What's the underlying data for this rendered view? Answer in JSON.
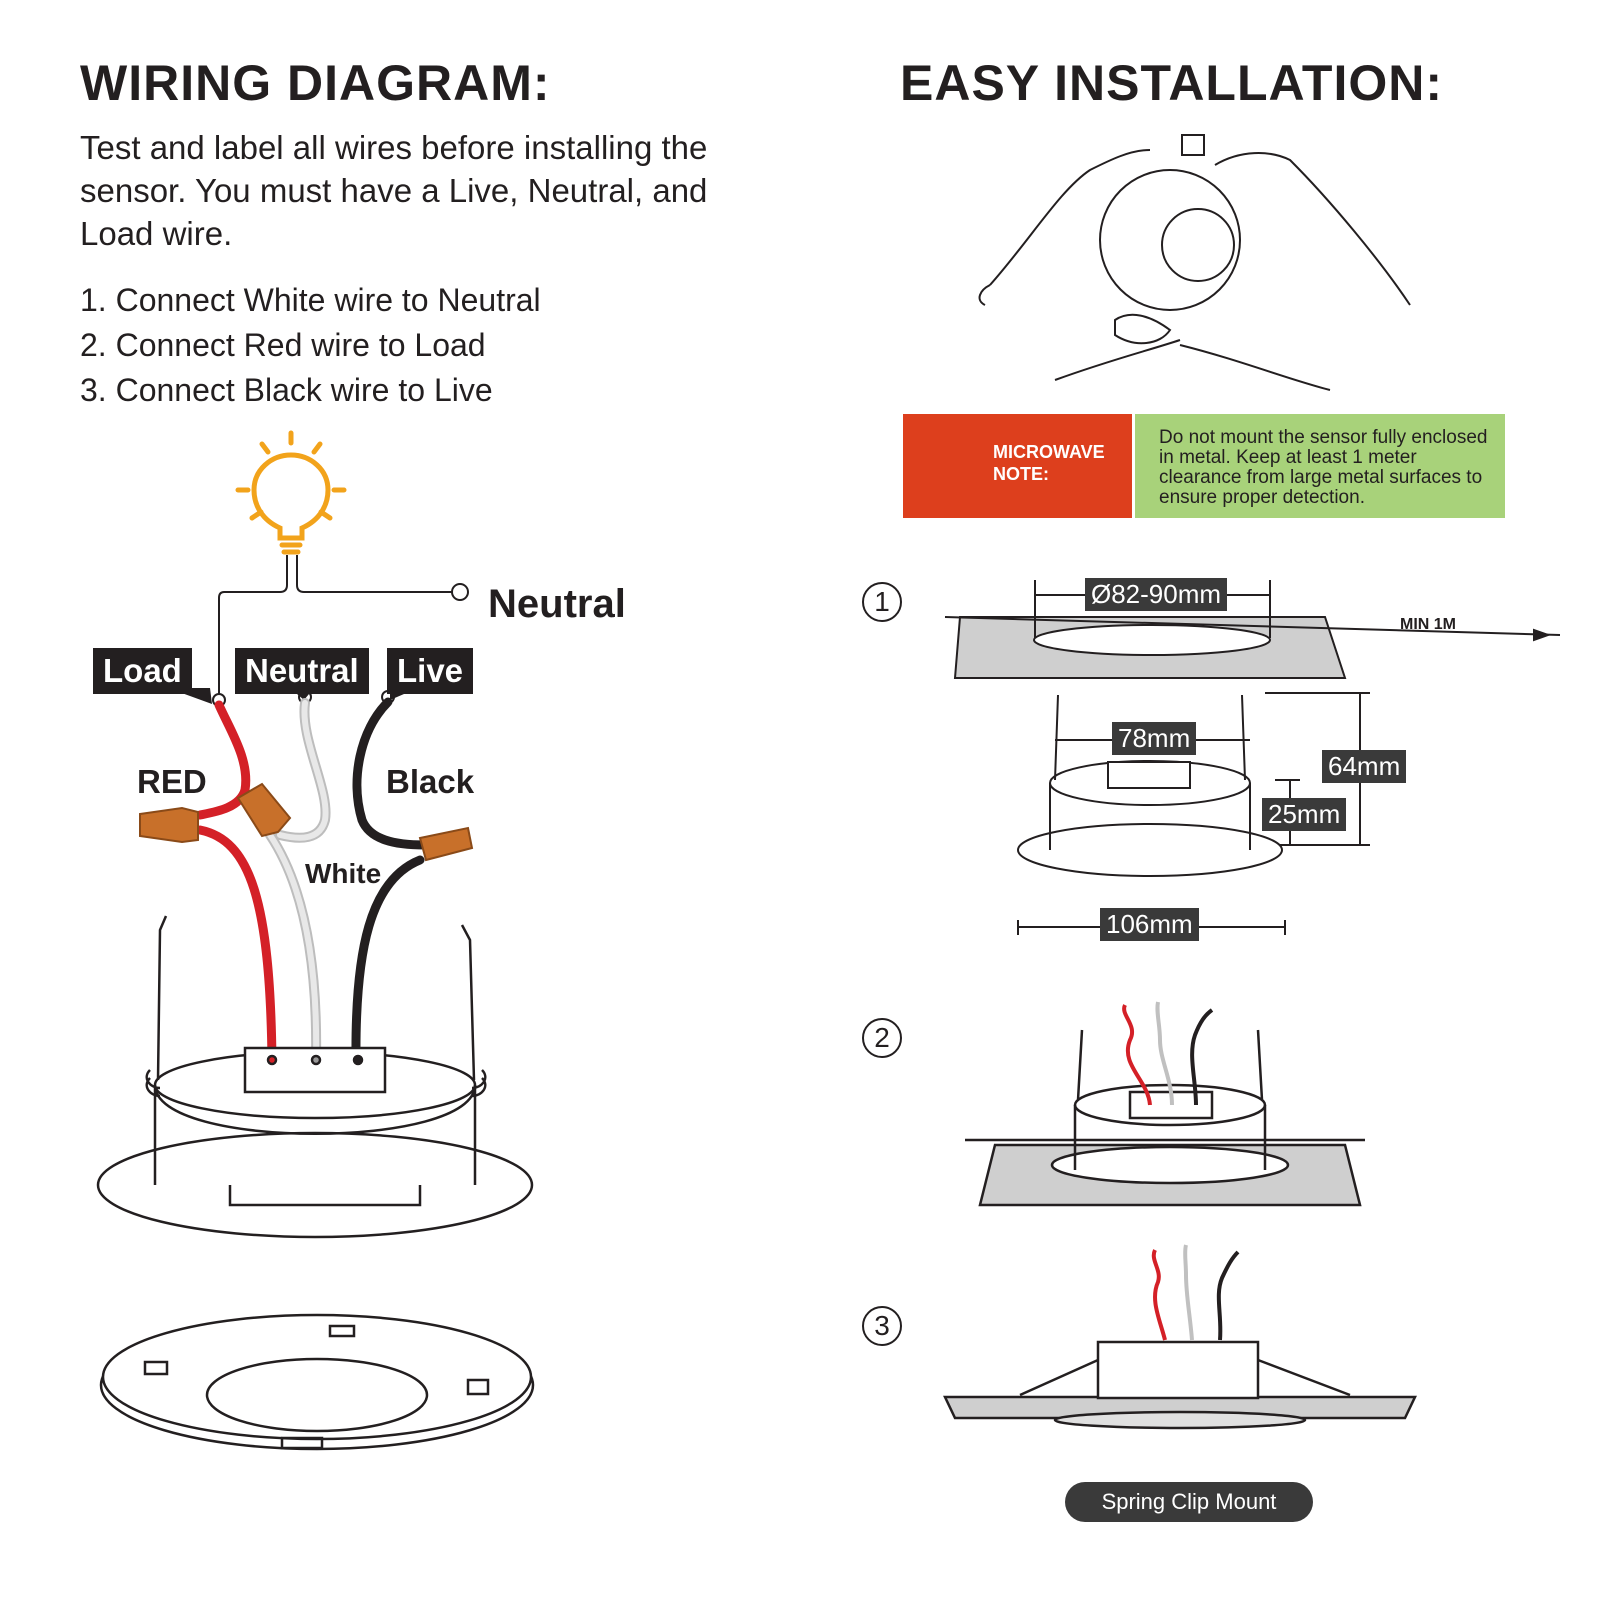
{
  "wiring": {
    "title": "WIRING DIAGRAM:",
    "intro": "Test and label all wires before installing the sensor. You must have a Live, Neutral, and Load wire.",
    "steps": [
      "1. Connect White wire to Neutral",
      "2. Connect Red wire to Load",
      "3. Connect Black  wire to Live"
    ],
    "neutral_terminal_label": "Neutral",
    "tags": {
      "load": "Load",
      "neutral": "Neutral",
      "live": "Live"
    },
    "wire_colors": {
      "red": "RED",
      "black": "Black",
      "white": "White"
    },
    "colors": {
      "red_wire": "#d42027",
      "black_wire": "#231f20",
      "white_wire": "#d9d9d9",
      "connector": "#c8702a",
      "bulb": "#f2a31b"
    }
  },
  "installation": {
    "title": "EASY INSTALLATION:",
    "note": {
      "label": "MICROWAVE NOTE:",
      "text": "Do not mount the sensor fully enclosed in metal. Keep at least 1 meter clearance from large metal surfaces to ensure proper detection.",
      "colors": {
        "label_bg": "#dd3f1d",
        "text_bg": "#a8d27a"
      }
    },
    "steps": [
      "1",
      "2",
      "3"
    ],
    "dimensions": {
      "cutout": "Ø82-90mm",
      "clearance": "MIN 1M",
      "body_width": "78mm",
      "height": "64mm",
      "body_height": "25mm",
      "flange": "106mm"
    },
    "mount_label": "Spring Clip Mount"
  }
}
